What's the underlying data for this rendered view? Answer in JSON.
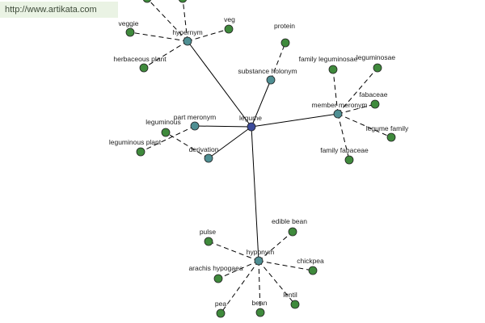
{
  "header": {
    "url": "http://www.artikata.com"
  },
  "colors": {
    "root": "#3b4a9b",
    "relation": "#4f8f93",
    "term": "#3f8a3c"
  },
  "graph": {
    "nodes": [
      {
        "id": "legume",
        "label": "legume",
        "kind": "root"
      },
      {
        "id": "hypernym",
        "label": "hypernym",
        "kind": "relation"
      },
      {
        "id": "substance-holonym",
        "label": "substance holonym",
        "kind": "relation"
      },
      {
        "id": "member-meronym",
        "label": "member meronym",
        "kind": "relation"
      },
      {
        "id": "part-meronym",
        "label": "part meronym",
        "kind": "relation"
      },
      {
        "id": "derivation",
        "label": "derivation",
        "kind": "relation"
      },
      {
        "id": "hyponym",
        "label": "hyponym",
        "kind": "relation"
      },
      {
        "id": "veggie",
        "label": "veggie",
        "kind": "term"
      },
      {
        "id": "veg",
        "label": "veg",
        "kind": "term"
      },
      {
        "id": "herbaceous-plant",
        "label": "herbaceous plant",
        "kind": "term"
      },
      {
        "id": "hyp-top-1",
        "label": "",
        "kind": "term"
      },
      {
        "id": "hyp-top-2",
        "label": "",
        "kind": "term"
      },
      {
        "id": "protein",
        "label": "protein",
        "kind": "term"
      },
      {
        "id": "family-leguminosae",
        "label": "family leguminosae",
        "kind": "term"
      },
      {
        "id": "leguminosae",
        "label": "leguminosae",
        "kind": "term"
      },
      {
        "id": "fabaceae",
        "label": "fabaceae",
        "kind": "term"
      },
      {
        "id": "legume-family",
        "label": "legume family",
        "kind": "term"
      },
      {
        "id": "family-fabaceae",
        "label": "family fabaceae",
        "kind": "term"
      },
      {
        "id": "leguminous",
        "label": "leguminous",
        "kind": "term"
      },
      {
        "id": "leguminous-plant",
        "label": "leguminous plant",
        "kind": "term"
      },
      {
        "id": "pulse",
        "label": "pulse",
        "kind": "term"
      },
      {
        "id": "edible-bean",
        "label": "edible bean",
        "kind": "term"
      },
      {
        "id": "arachis-hypogaea",
        "label": "arachis hypogaea",
        "kind": "term"
      },
      {
        "id": "chickpea",
        "label": "chickpea",
        "kind": "term"
      },
      {
        "id": "pea",
        "label": "pea",
        "kind": "term"
      },
      {
        "id": "bean",
        "label": "bean",
        "kind": "term"
      },
      {
        "id": "lentil",
        "label": "lentil",
        "kind": "term"
      }
    ],
    "edges": [
      {
        "from": "legume",
        "to": "hypernym",
        "style": "solid"
      },
      {
        "from": "legume",
        "to": "substance-holonym",
        "style": "solid"
      },
      {
        "from": "legume",
        "to": "member-meronym",
        "style": "solid"
      },
      {
        "from": "legume",
        "to": "part-meronym",
        "style": "solid"
      },
      {
        "from": "legume",
        "to": "derivation",
        "style": "solid"
      },
      {
        "from": "legume",
        "to": "hyponym",
        "style": "solid"
      },
      {
        "from": "hypernym",
        "to": "veggie",
        "style": "dashed"
      },
      {
        "from": "hypernym",
        "to": "veg",
        "style": "dashed"
      },
      {
        "from": "hypernym",
        "to": "herbaceous-plant",
        "style": "dashed"
      },
      {
        "from": "hypernym",
        "to": "hyp-top-1",
        "style": "dashed"
      },
      {
        "from": "hypernym",
        "to": "hyp-top-2",
        "style": "dashed"
      },
      {
        "from": "substance-holonym",
        "to": "protein",
        "style": "dashed"
      },
      {
        "from": "member-meronym",
        "to": "family-leguminosae",
        "style": "dashed"
      },
      {
        "from": "member-meronym",
        "to": "leguminosae",
        "style": "dashed"
      },
      {
        "from": "member-meronym",
        "to": "fabaceae",
        "style": "dashed"
      },
      {
        "from": "member-meronym",
        "to": "legume-family",
        "style": "dashed"
      },
      {
        "from": "member-meronym",
        "to": "family-fabaceae",
        "style": "dashed"
      },
      {
        "from": "part-meronym",
        "to": "leguminous-plant",
        "style": "dashed"
      },
      {
        "from": "derivation",
        "to": "leguminous",
        "style": "dashed"
      },
      {
        "from": "hyponym",
        "to": "pulse",
        "style": "dashed"
      },
      {
        "from": "hyponym",
        "to": "edible-bean",
        "style": "dashed"
      },
      {
        "from": "hyponym",
        "to": "arachis-hypogaea",
        "style": "dashed"
      },
      {
        "from": "hyponym",
        "to": "chickpea",
        "style": "dashed"
      },
      {
        "from": "hyponym",
        "to": "pea",
        "style": "dashed"
      },
      {
        "from": "hyponym",
        "to": "bean",
        "style": "dashed"
      },
      {
        "from": "hyponym",
        "to": "lentil",
        "style": "dashed"
      }
    ]
  }
}
